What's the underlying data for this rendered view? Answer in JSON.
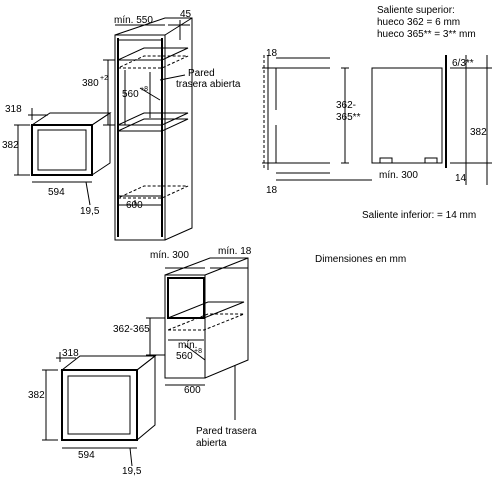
{
  "top_left": {
    "min_550": "mín. 550",
    "d45": "45",
    "d380": "380",
    "d380_sup": "+2",
    "d560": "560",
    "d560_sup": "+8",
    "pared_1": "Pared",
    "pared_2": "trasera abierta",
    "d318": "318",
    "d382": "382",
    "d594": "594",
    "d19_5": "19,5",
    "d600": "600"
  },
  "top_right": {
    "saliente_sup": "Saliente superior:",
    "hueco_362": "hueco 362 = 6 mm",
    "hueco_365": "hueco 365** = 3** mm",
    "d18_top": "18",
    "d18_bot": "18",
    "d362_365_a": "362-",
    "d362_365_b": "365**",
    "min_300": "mín. 300",
    "d6_3": "6/3**",
    "d382": "382",
    "d14": "14",
    "saliente_inf": "Saliente inferior: = 14 mm"
  },
  "dimensiones": "Dimensiones en mm",
  "bottom": {
    "min_300": "mín. 300",
    "min_18": "mín. 18",
    "d362_365": "362-365",
    "min": "mín.",
    "d560": "560",
    "d560_sup": "+8",
    "d318": "318",
    "d382": "382",
    "d600": "600",
    "pared_1": "Pared trasera",
    "pared_2": "abierta",
    "d594": "594",
    "d19_5": "19,5"
  }
}
